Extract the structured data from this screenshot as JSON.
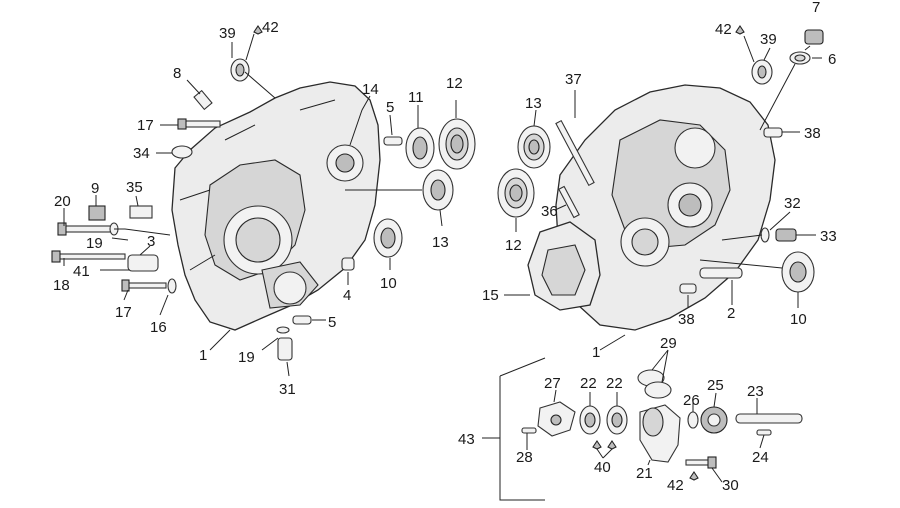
{
  "diagram": {
    "labels": [
      {
        "id": "l39a",
        "text": "39"
      },
      {
        "id": "l42a",
        "text": "42"
      },
      {
        "id": "l8",
        "text": "8"
      },
      {
        "id": "l14",
        "text": "14"
      },
      {
        "id": "l5a",
        "text": "5"
      },
      {
        "id": "l11",
        "text": "11"
      },
      {
        "id": "l12a",
        "text": "12"
      },
      {
        "id": "l17a",
        "text": "17"
      },
      {
        "id": "l34",
        "text": "34"
      },
      {
        "id": "l9",
        "text": "9"
      },
      {
        "id": "l35",
        "text": "35"
      },
      {
        "id": "l20",
        "text": "20"
      },
      {
        "id": "l19a",
        "text": "19"
      },
      {
        "id": "l3",
        "text": "3"
      },
      {
        "id": "l41",
        "text": "41"
      },
      {
        "id": "l18",
        "text": "18"
      },
      {
        "id": "l17b",
        "text": "17"
      },
      {
        "id": "l16",
        "text": "16"
      },
      {
        "id": "l1a",
        "text": "1"
      },
      {
        "id": "l19b",
        "text": "19"
      },
      {
        "id": "l31",
        "text": "31"
      },
      {
        "id": "l4",
        "text": "4"
      },
      {
        "id": "l10a",
        "text": "10"
      },
      {
        "id": "l13a",
        "text": "13"
      },
      {
        "id": "l5b",
        "text": "5"
      },
      {
        "id": "l13b",
        "text": "13"
      },
      {
        "id": "l37",
        "text": "37"
      },
      {
        "id": "l36",
        "text": "36"
      },
      {
        "id": "l12b",
        "text": "12"
      },
      {
        "id": "l15",
        "text": "15"
      },
      {
        "id": "l1b",
        "text": "1"
      },
      {
        "id": "l42b",
        "text": "42"
      },
      {
        "id": "l39b",
        "text": "39"
      },
      {
        "id": "l7",
        "text": "7"
      },
      {
        "id": "l6",
        "text": "6"
      },
      {
        "id": "l38a",
        "text": "38"
      },
      {
        "id": "l32",
        "text": "32"
      },
      {
        "id": "l33",
        "text": "33"
      },
      {
        "id": "l2",
        "text": "2"
      },
      {
        "id": "l38b",
        "text": "38"
      },
      {
        "id": "l10b",
        "text": "10"
      },
      {
        "id": "l29",
        "text": "29"
      },
      {
        "id": "l27",
        "text": "27"
      },
      {
        "id": "l22a",
        "text": "22"
      },
      {
        "id": "l22b",
        "text": "22"
      },
      {
        "id": "l25",
        "text": "25"
      },
      {
        "id": "l26",
        "text": "26"
      },
      {
        "id": "l23",
        "text": "23"
      },
      {
        "id": "l43",
        "text": "43"
      },
      {
        "id": "l28",
        "text": "28"
      },
      {
        "id": "l40",
        "text": "40"
      },
      {
        "id": "l21",
        "text": "21"
      },
      {
        "id": "l24",
        "text": "24"
      },
      {
        "id": "l42c",
        "text": "42"
      },
      {
        "id": "l30",
        "text": "30"
      }
    ]
  }
}
